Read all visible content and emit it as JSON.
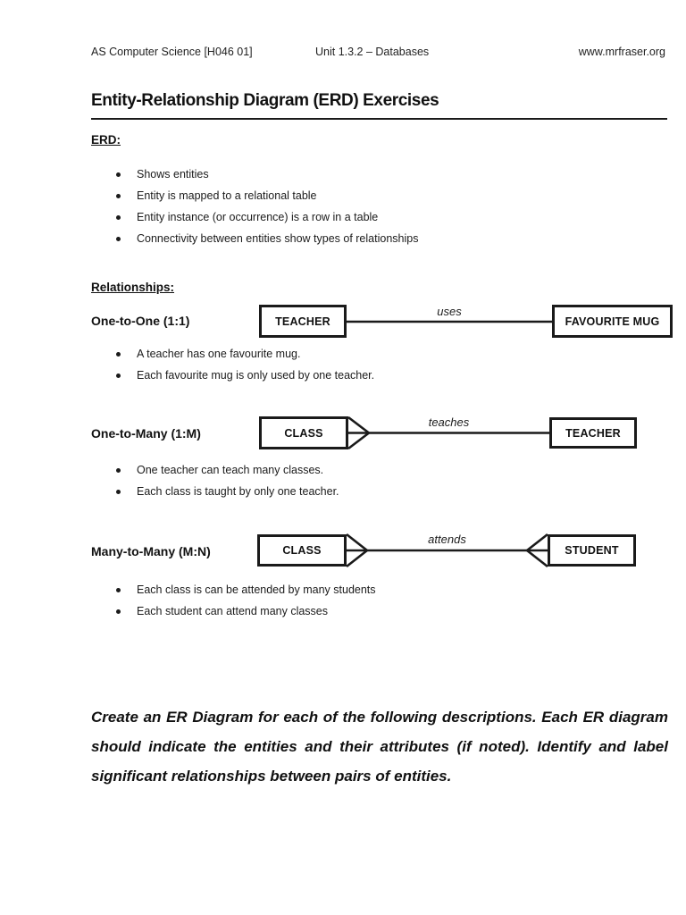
{
  "header": {
    "left": "AS Computer Science [H046 01]",
    "center": "Unit 1.3.2 – Databases",
    "right": "www.mrfraser.org"
  },
  "title": "Entity-Relationship Diagram (ERD) Exercises",
  "erd_section": {
    "heading": "ERD:",
    "bullets": [
      "Shows entities",
      "Entity is mapped to a relational table",
      "Entity instance (or occurrence) is a row in a table",
      "Connectivity between entities show types of relationships"
    ]
  },
  "relationships_section": {
    "heading": "Relationships:",
    "rows": [
      {
        "label": "One-to-One (1:1)",
        "left_entity": "TEACHER",
        "verb": "uses",
        "right_entity": "FAVOURITE MUG",
        "bullets": [
          "A teacher has one favourite mug.",
          "Each favourite mug is only used by one teacher."
        ]
      },
      {
        "label": "One-to-Many (1:M)",
        "left_entity": "CLASS",
        "verb": "teaches",
        "right_entity": "TEACHER",
        "bullets": [
          "One teacher can teach many classes.",
          "Each class is taught by only one teacher."
        ]
      },
      {
        "label": "Many-to-Many (M:N)",
        "left_entity": "CLASS",
        "verb": "attends",
        "right_entity": "STUDENT",
        "bullets": [
          "Each class is can be attended by many students",
          "Each student can attend many classes"
        ]
      }
    ]
  },
  "instructions": "Create an ER Diagram for each of the following descriptions. Each ER diagram should indicate the entities and their attributes (if noted). Identify and label significant relationships between pairs of entities.",
  "colors": {
    "ink": "#1a1a1a",
    "page": "#ffffff"
  }
}
